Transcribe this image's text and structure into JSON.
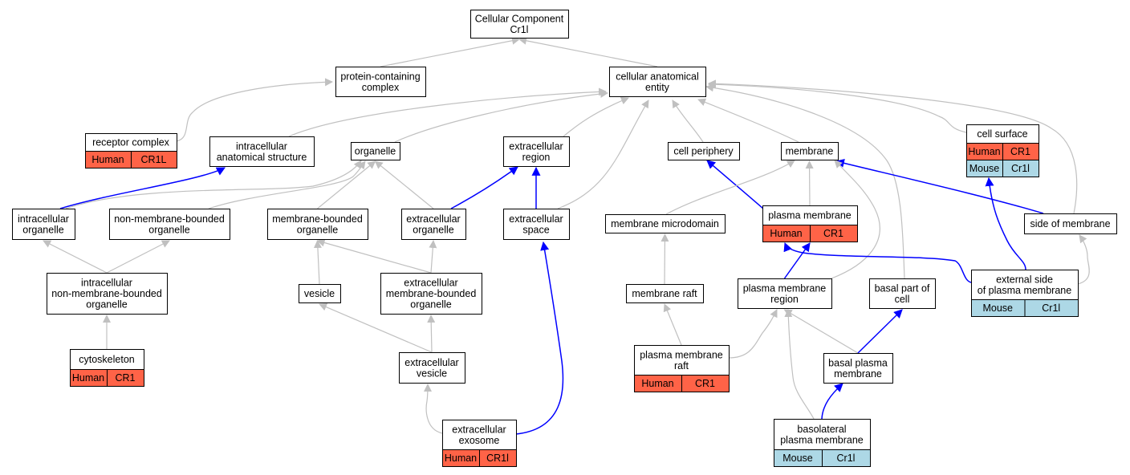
{
  "colors": {
    "node_border": "#000000",
    "node_fill": "#ffffff",
    "is_a_edge": "#c0c0c0",
    "part_of_edge": "#0000ff",
    "human_fill": "#ff6347",
    "mouse_fill": "#add8e6"
  },
  "nodes": {
    "cellular_component": {
      "lines": [
        "Cellular Component",
        "Cr1l"
      ]
    },
    "protein_containing_complex": {
      "lines": [
        "protein-containing",
        "complex"
      ]
    },
    "cellular_anatomical_entity": {
      "lines": [
        "cellular anatomical",
        "entity"
      ]
    },
    "receptor_complex": {
      "lines": [
        "receptor complex"
      ],
      "tags": [
        {
          "species": "Human",
          "gene": "CR1L"
        }
      ]
    },
    "intracellular_anatomical_structure": {
      "lines": [
        "intracellular",
        "anatomical structure"
      ]
    },
    "organelle": {
      "lines": [
        "organelle"
      ]
    },
    "extracellular_region": {
      "lines": [
        "extracellular",
        "region"
      ]
    },
    "cell_periphery": {
      "lines": [
        "cell periphery"
      ]
    },
    "membrane": {
      "lines": [
        "membrane"
      ]
    },
    "cell_surface": {
      "lines": [
        "cell surface"
      ],
      "tags": [
        {
          "species": "Human",
          "gene": "CR1"
        },
        {
          "species": "Mouse",
          "gene": "Cr1l"
        }
      ]
    },
    "intracellular_organelle": {
      "lines": [
        "intracellular",
        "organelle"
      ]
    },
    "non_membrane_bounded_organelle": {
      "lines": [
        "non-membrane-bounded",
        "organelle"
      ]
    },
    "membrane_bounded_organelle": {
      "lines": [
        "membrane-bounded",
        "organelle"
      ]
    },
    "extracellular_organelle": {
      "lines": [
        "extracellular",
        "organelle"
      ]
    },
    "extracellular_space": {
      "lines": [
        "extracellular",
        "space"
      ]
    },
    "membrane_microdomain": {
      "lines": [
        "membrane microdomain"
      ]
    },
    "plasma_membrane": {
      "lines": [
        "plasma membrane"
      ],
      "tags": [
        {
          "species": "Human",
          "gene": "CR1"
        }
      ]
    },
    "side_of_membrane": {
      "lines": [
        "side of membrane"
      ]
    },
    "intracellular_nmb_organelle": {
      "lines": [
        "intracellular",
        "non-membrane-bounded",
        "organelle"
      ]
    },
    "vesicle": {
      "lines": [
        "vesicle"
      ]
    },
    "extracellular_mb_organelle": {
      "lines": [
        "extracellular",
        "membrane-bounded",
        "organelle"
      ]
    },
    "membrane_raft": {
      "lines": [
        "membrane raft"
      ]
    },
    "plasma_membrane_region": {
      "lines": [
        "plasma membrane",
        "region"
      ]
    },
    "basal_part_of_cell": {
      "lines": [
        "basal part of",
        "cell"
      ]
    },
    "external_side_pm": {
      "lines": [
        "external side",
        "of plasma membrane"
      ],
      "tags": [
        {
          "species": "Mouse",
          "gene": "Cr1l"
        }
      ]
    },
    "cytoskeleton": {
      "lines": [
        "cytoskeleton"
      ],
      "tags": [
        {
          "species": "Human",
          "gene": "CR1"
        }
      ]
    },
    "extracellular_vesicle": {
      "lines": [
        "extracellular",
        "vesicle"
      ]
    },
    "plasma_membrane_raft": {
      "lines": [
        "plasma membrane",
        "raft"
      ],
      "tags": [
        {
          "species": "Human",
          "gene": "CR1"
        }
      ]
    },
    "basal_plasma_membrane": {
      "lines": [
        "basal plasma",
        "membrane"
      ]
    },
    "extracellular_exosome": {
      "lines": [
        "extracellular",
        "exosome"
      ],
      "tags": [
        {
          "species": "Human",
          "gene": "CR1l"
        }
      ]
    },
    "basolateral_plasma_membrane": {
      "lines": [
        "basolateral",
        "plasma membrane"
      ],
      "tags": [
        {
          "species": "Mouse",
          "gene": "Cr1l"
        }
      ]
    }
  },
  "edges": [
    {
      "from": "protein_containing_complex",
      "to": "cellular_component",
      "type": "is_a"
    },
    {
      "from": "cellular_anatomical_entity",
      "to": "cellular_component",
      "type": "is_a"
    },
    {
      "from": "receptor_complex",
      "to": "protein_containing_complex",
      "type": "is_a"
    },
    {
      "from": "intracellular_anatomical_structure",
      "to": "cellular_anatomical_entity",
      "type": "is_a"
    },
    {
      "from": "organelle",
      "to": "cellular_anatomical_entity",
      "type": "is_a"
    },
    {
      "from": "extracellular_region",
      "to": "cellular_anatomical_entity",
      "type": "is_a"
    },
    {
      "from": "cell_periphery",
      "to": "cellular_anatomical_entity",
      "type": "is_a"
    },
    {
      "from": "membrane",
      "to": "cellular_anatomical_entity",
      "type": "is_a"
    },
    {
      "from": "cell_surface",
      "to": "cellular_anatomical_entity",
      "type": "is_a"
    },
    {
      "from": "extracellular_space",
      "to": "cellular_anatomical_entity",
      "type": "is_a"
    },
    {
      "from": "basal_part_of_cell",
      "to": "cellular_anatomical_entity",
      "type": "is_a"
    },
    {
      "from": "side_of_membrane",
      "to": "cellular_anatomical_entity",
      "type": "is_a"
    },
    {
      "from": "intracellular_organelle",
      "to": "intracellular_anatomical_structure",
      "type": "part_of"
    },
    {
      "from": "intracellular_organelle",
      "to": "organelle",
      "type": "is_a"
    },
    {
      "from": "non_membrane_bounded_organelle",
      "to": "organelle",
      "type": "is_a"
    },
    {
      "from": "membrane_bounded_organelle",
      "to": "organelle",
      "type": "is_a"
    },
    {
      "from": "extracellular_organelle",
      "to": "organelle",
      "type": "is_a"
    },
    {
      "from": "extracellular_organelle",
      "to": "extracellular_region",
      "type": "part_of"
    },
    {
      "from": "extracellular_space",
      "to": "extracellular_region",
      "type": "part_of"
    },
    {
      "from": "plasma_membrane",
      "to": "cell_periphery",
      "type": "part_of"
    },
    {
      "from": "plasma_membrane",
      "to": "membrane",
      "type": "is_a"
    },
    {
      "from": "membrane_microdomain",
      "to": "membrane",
      "type": "is_a"
    },
    {
      "from": "side_of_membrane",
      "to": "membrane",
      "type": "part_of"
    },
    {
      "from": "plasma_membrane_region",
      "to": "membrane",
      "type": "is_a"
    },
    {
      "from": "external_side_pm",
      "to": "cell_surface",
      "type": "part_of"
    },
    {
      "from": "external_side_pm",
      "to": "side_of_membrane",
      "type": "is_a"
    },
    {
      "from": "external_side_pm",
      "to": "plasma_membrane",
      "type": "part_of"
    },
    {
      "from": "intracellular_nmb_organelle",
      "to": "intracellular_organelle",
      "type": "is_a"
    },
    {
      "from": "intracellular_nmb_organelle",
      "to": "non_membrane_bounded_organelle",
      "type": "is_a"
    },
    {
      "from": "vesicle",
      "to": "membrane_bounded_organelle",
      "type": "is_a"
    },
    {
      "from": "extracellular_mb_organelle",
      "to": "membrane_bounded_organelle",
      "type": "is_a"
    },
    {
      "from": "extracellular_mb_organelle",
      "to": "extracellular_organelle",
      "type": "is_a"
    },
    {
      "from": "membrane_raft",
      "to": "membrane_microdomain",
      "type": "is_a"
    },
    {
      "from": "plasma_membrane_region",
      "to": "plasma_membrane",
      "type": "part_of"
    },
    {
      "from": "cytoskeleton",
      "to": "intracellular_nmb_organelle",
      "type": "is_a"
    },
    {
      "from": "extracellular_vesicle",
      "to": "vesicle",
      "type": "is_a"
    },
    {
      "from": "extracellular_vesicle",
      "to": "extracellular_mb_organelle",
      "type": "is_a"
    },
    {
      "from": "plasma_membrane_raft",
      "to": "membrane_raft",
      "type": "is_a"
    },
    {
      "from": "plasma_membrane_raft",
      "to": "plasma_membrane_region",
      "type": "is_a"
    },
    {
      "from": "basal_plasma_membrane",
      "to": "plasma_membrane_region",
      "type": "is_a"
    },
    {
      "from": "basal_plasma_membrane",
      "to": "basal_part_of_cell",
      "type": "part_of"
    },
    {
      "from": "basolateral_plasma_membrane",
      "to": "plasma_membrane_region",
      "type": "is_a"
    },
    {
      "from": "basolateral_plasma_membrane",
      "to": "basal_plasma_membrane",
      "type": "part_of"
    },
    {
      "from": "extracellular_exosome",
      "to": "extracellular_vesicle",
      "type": "is_a"
    },
    {
      "from": "extracellular_exosome",
      "to": "extracellular_space",
      "type": "part_of"
    }
  ]
}
